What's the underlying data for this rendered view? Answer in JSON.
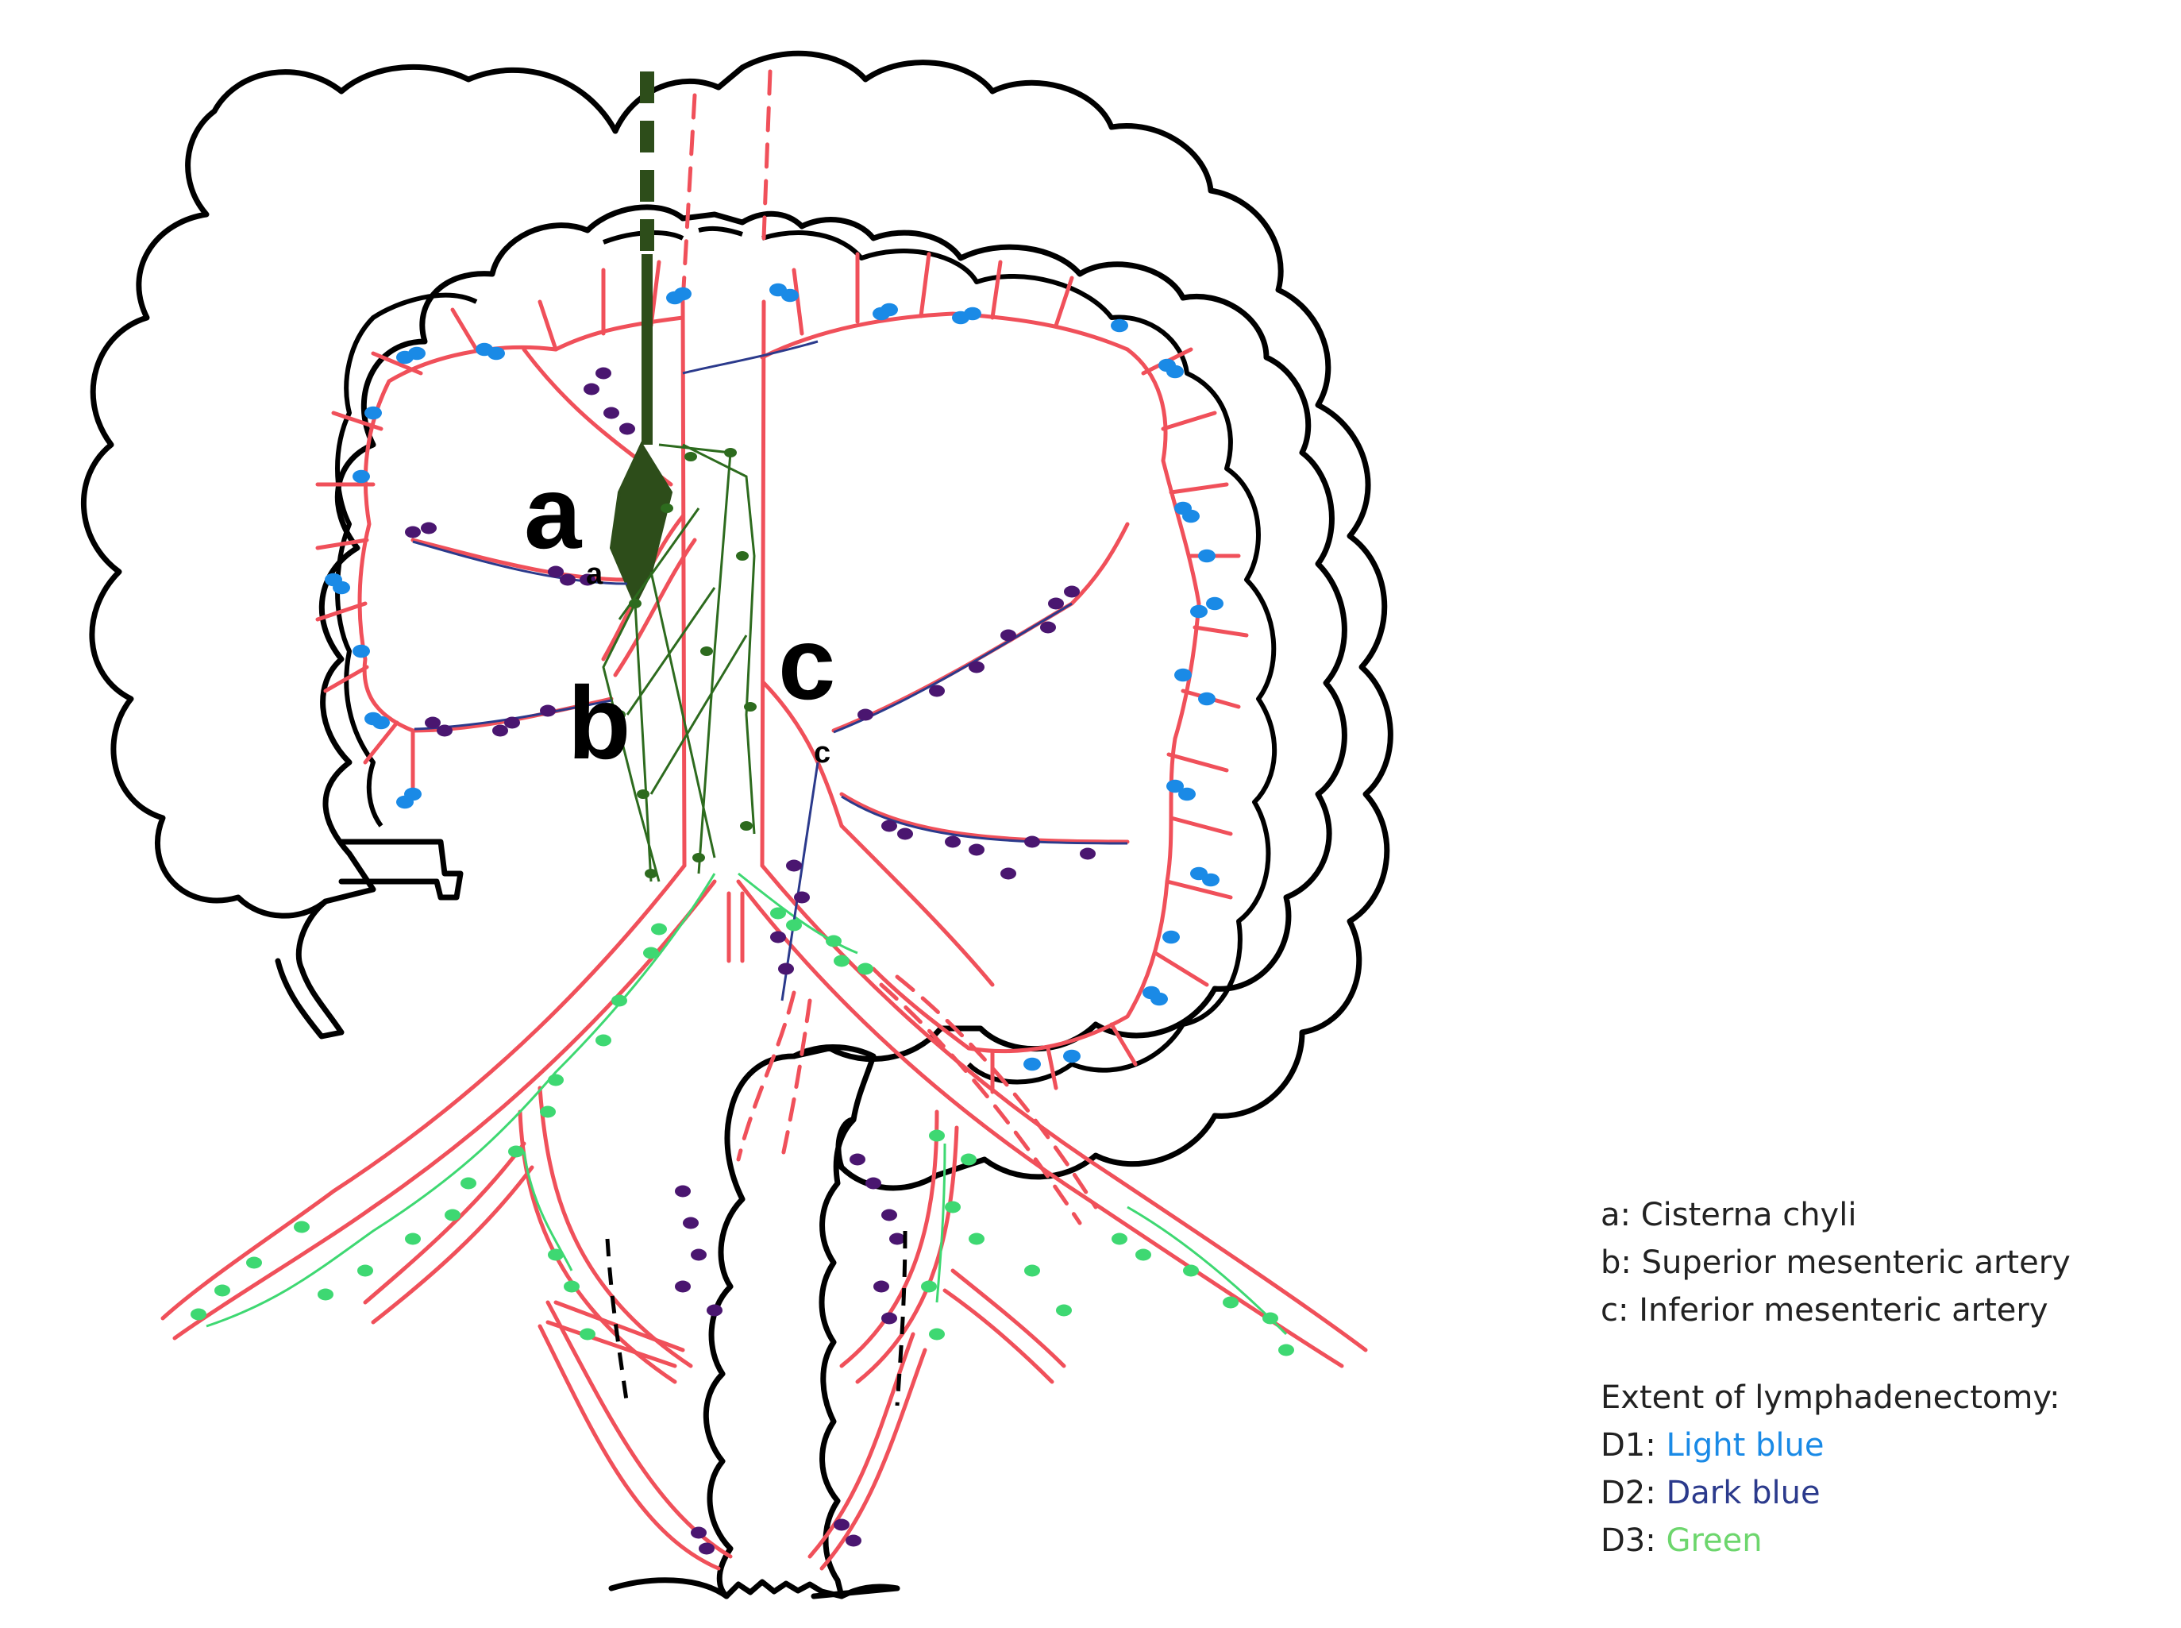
{
  "labels": {
    "a": "a",
    "a_small": "a",
    "b": "b",
    "c": "c",
    "c_small": "c"
  },
  "legend": {
    "items": [
      {
        "key": "a:",
        "text": "Cisterna chyli"
      },
      {
        "key": "b:",
        "text": "Superior mesenteric artery"
      },
      {
        "key": "c:",
        "text": "Inferior mesenteric artery"
      }
    ],
    "extent_title": "Extent of lymphadenectomy:",
    "levels": [
      {
        "key": "D1:",
        "text": "Light blue",
        "color": "#1a8ae6"
      },
      {
        "key": "D2:",
        "text": "Dark blue",
        "color": "#2b3a8c"
      },
      {
        "key": "D3:",
        "text": "Green",
        "color": "#6dd66d"
      }
    ]
  },
  "colors": {
    "artery": "#f0505a",
    "outline": "#000000",
    "cisterna": "#2d4d1a",
    "d1_node": "#1a8ae6",
    "d2_node": "#4a1670",
    "d3_node": "#3ed872",
    "d3_lymph": "#2d6b1e"
  }
}
